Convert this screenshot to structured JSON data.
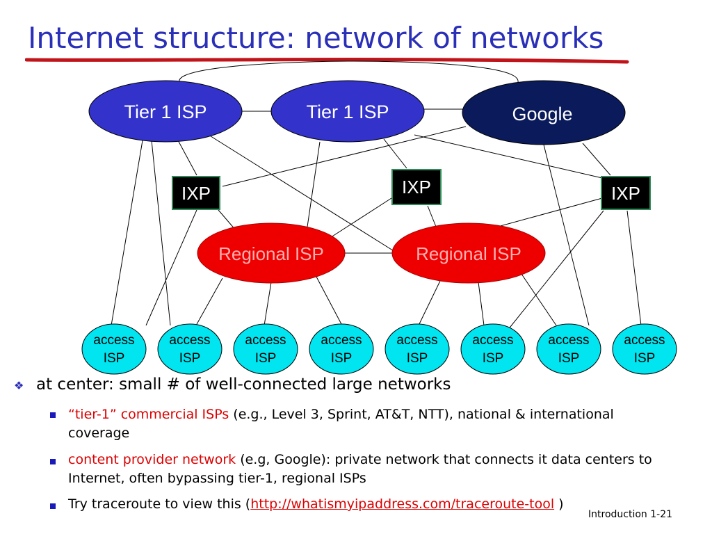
{
  "slide": {
    "title": "Internet structure: network of networks",
    "footer_section": "Introduction",
    "footer_page": "1-21"
  },
  "diagram": {
    "tier1_isps": [
      {
        "label": "Tier 1 ISP"
      },
      {
        "label": "Tier 1 ISP"
      }
    ],
    "content_provider": {
      "label": "Google"
    },
    "ixps": [
      {
        "label": "IXP"
      },
      {
        "label": "IXP"
      },
      {
        "label": "IXP"
      }
    ],
    "regional_isps": [
      {
        "label": "Regional ISP"
      },
      {
        "label": "Regional ISP"
      }
    ],
    "access_isps": [
      {
        "line1": "access",
        "line2": "ISP"
      },
      {
        "line1": "access",
        "line2": "ISP"
      },
      {
        "line1": "access",
        "line2": "ISP"
      },
      {
        "line1": "access",
        "line2": "ISP"
      },
      {
        "line1": "access",
        "line2": "ISP"
      },
      {
        "line1": "access",
        "line2": "ISP"
      },
      {
        "line1": "access",
        "line2": "ISP"
      },
      {
        "line1": "access",
        "line2": "ISP"
      }
    ],
    "colors": {
      "tier1_fill": "#3333cc",
      "google_fill": "#0a1a5a",
      "regional_fill": "#ee0000",
      "regional_text": "#ffb0b0",
      "access_fill": "#00e5f0",
      "ixp_fill": "#000000",
      "ixp_border": "#2e8b57",
      "title_color": "#2a2fb8",
      "underline_color": "#c0141a"
    }
  },
  "bullets": {
    "main": "at center: small # of well-connected large networks",
    "items": [
      {
        "q_open": "“",
        "red": "tier-1",
        "q_close": "”",
        "red2": " commercial ISPs",
        "rest": " (e.g., Level 3, Sprint, AT&T, NTT), national & international coverage"
      },
      {
        "red": "content provider network",
        "rest": " (e.g, Google): private network that connects it data centers to Internet, often bypassing tier-1, regional ISPs"
      },
      {
        "text": "Try traceroute to view this  (",
        "link": "http://whatismyipaddress.com/traceroute-tool",
        "close": " )"
      }
    ]
  }
}
